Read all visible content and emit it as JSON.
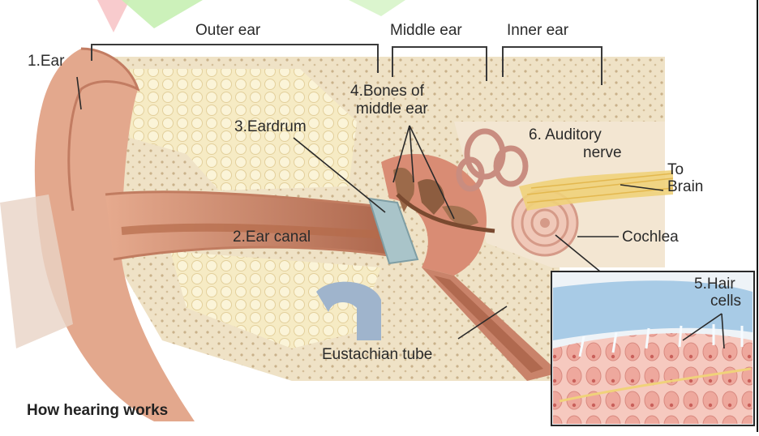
{
  "diagram": {
    "sections": {
      "outer": "Outer ear",
      "middle": "Middle ear",
      "inner": "Inner ear"
    },
    "parts": {
      "ear": "1.Ear",
      "ear_canal": "2.Ear canal",
      "eardrum": "3.Eardrum",
      "bones_line1": "4.Bones of",
      "bones_line2": "middle ear",
      "hair_cells_line1": "5.Hair",
      "hair_cells_line2": "cells",
      "auditory_line1": "6. Auditory",
      "auditory_line2": "nerve",
      "to_brain_line1": "To",
      "to_brain_line2": "Brain",
      "cochlea": "Cochlea",
      "eustachian": "Eustachian tube"
    },
    "caption": "How hearing works",
    "colors": {
      "skin": "#e9b49b",
      "skin_dark": "#c9836a",
      "bone": "#efe0c2",
      "fat": "#f6ecc8",
      "canal": "#b97457",
      "eardrum": "#a9c4c9",
      "ossicle": "#9c6a4a",
      "cochlea": "#f0c8b8",
      "nerve": "#f0d27a",
      "inset_bg": "#eef3f7",
      "hair": "#f2b8b0",
      "membrane": "#a8cbe6",
      "watermark_red": "#f7c5c8",
      "watermark_green": "#c7f0b3"
    }
  }
}
